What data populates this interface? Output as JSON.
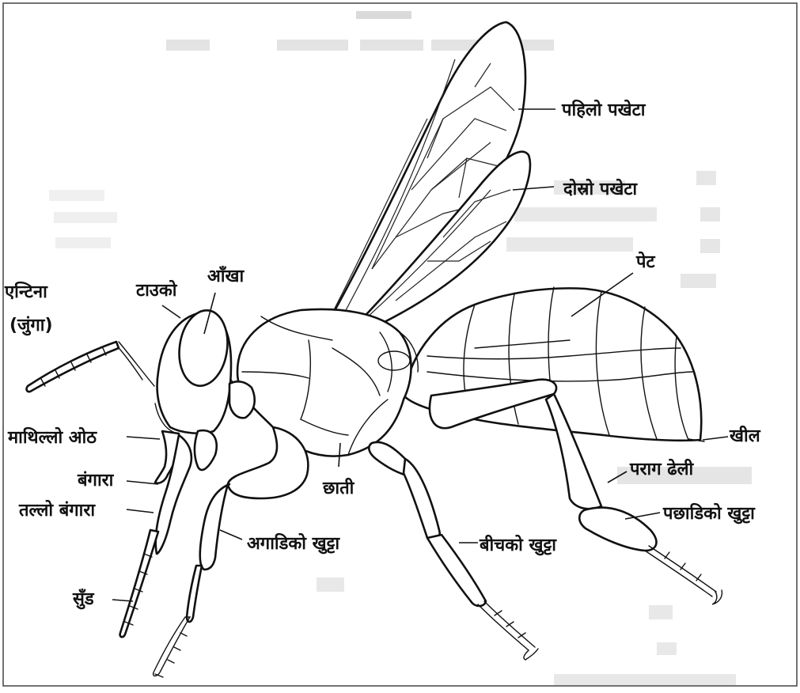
{
  "labels": {
    "first_wing": "पहिलो पखेटा",
    "second_wing": "दोस्रो पखेटा",
    "abdomen": "पेट",
    "antenna": "एन्टिना",
    "antenna_alt": "(जुंगा)",
    "head_eye": "टाउको",
    "eye": "आँखा",
    "upper_lip": "माथिल्लो ओठ",
    "mandible": "बंगारा",
    "lower_mandible": "तल्लो बंगारा",
    "proboscis": "सुँड",
    "thorax": "छाती",
    "foreleg": "अगाडिको खुट्टा",
    "midleg": "बीचको खुट्टा",
    "sting": "खील",
    "pollen_basket": "पराग ढेली",
    "hindleg": "पछाडिको खुट्टा"
  },
  "colors": {
    "ink": "#111111",
    "background": "#ffffff",
    "faded_text": "#c9c9c9"
  }
}
